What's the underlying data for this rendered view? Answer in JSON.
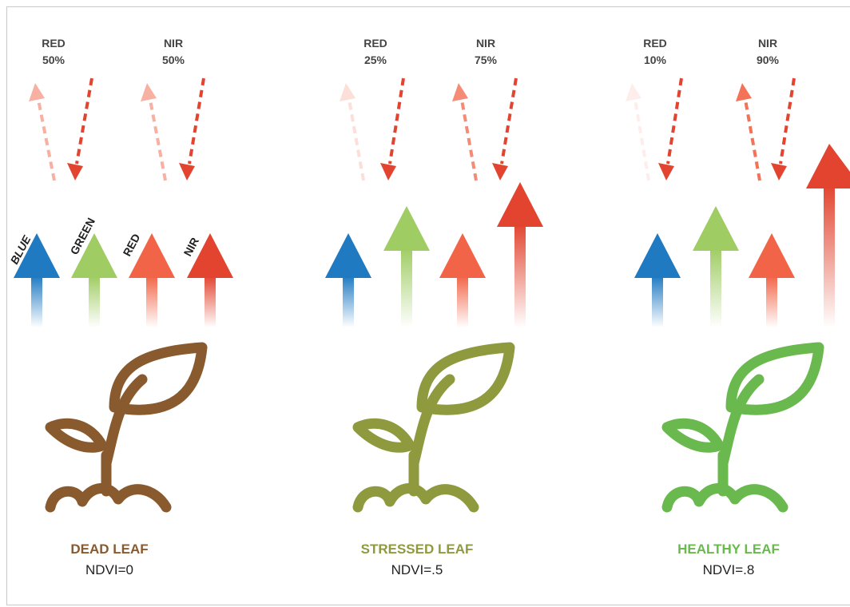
{
  "colors": {
    "blue": "#1f7ac2",
    "green": "#9fcc63",
    "red": "#f26447",
    "nir": "#e2442f",
    "dead": "#8a5a2f",
    "stressed": "#8f9a3f",
    "healthy": "#6ab94e"
  },
  "band_labels": {
    "blue": "BLUE",
    "green": "GREEN",
    "red": "RED",
    "nir": "NIR"
  },
  "panels": [
    {
      "id": "dead",
      "red_label": "RED",
      "red_pct": "50%",
      "nir_label": "NIR",
      "nir_pct": "50%",
      "reflect_red": 0.5,
      "reflect_nir": 0.5,
      "name": "DEAD LEAF",
      "ndvi": "NDVI=0",
      "color_key": "dead"
    },
    {
      "id": "stressed",
      "red_label": "RED",
      "red_pct": "25%",
      "nir_label": "NIR",
      "nir_pct": "75%",
      "reflect_red": 0.25,
      "reflect_nir": 0.75,
      "name": "STRESSED LEAF",
      "ndvi": "NDVI=.5",
      "color_key": "stressed"
    },
    {
      "id": "healthy",
      "red_label": "RED",
      "red_pct": "10%",
      "nir_label": "NIR",
      "nir_pct": "90%",
      "reflect_red": 0.1,
      "reflect_nir": 0.9,
      "name": "HEALTHY LEAF",
      "ndvi": "NDVI=.8",
      "color_key": "healthy"
    }
  ]
}
